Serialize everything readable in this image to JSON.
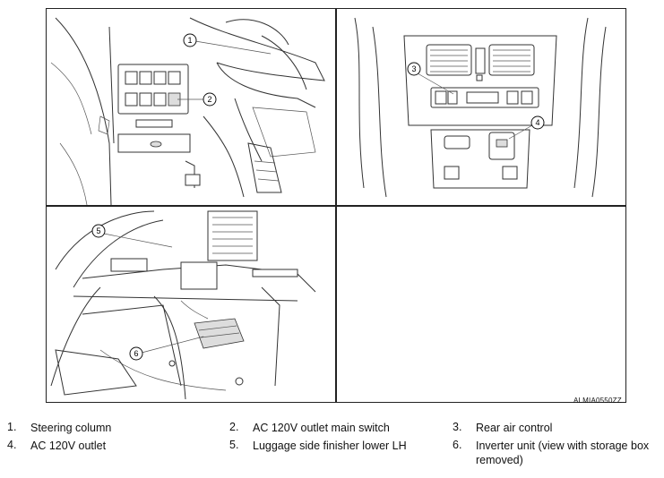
{
  "reference_code": "ALMIA0550ZZ",
  "callouts": [
    "1",
    "2",
    "3",
    "4",
    "5",
    "6"
  ],
  "legend": [
    {
      "num": "1.",
      "text": "Steering column"
    },
    {
      "num": "2.",
      "text": "AC 120V outlet main switch"
    },
    {
      "num": "3.",
      "text": "Rear air control"
    },
    {
      "num": "4.",
      "text": "AC 120V outlet"
    },
    {
      "num": "5.",
      "text": "Luggage side finisher lower LH"
    },
    {
      "num": "6.",
      "text": "Inverter unit (view with storage box removed)"
    }
  ]
}
